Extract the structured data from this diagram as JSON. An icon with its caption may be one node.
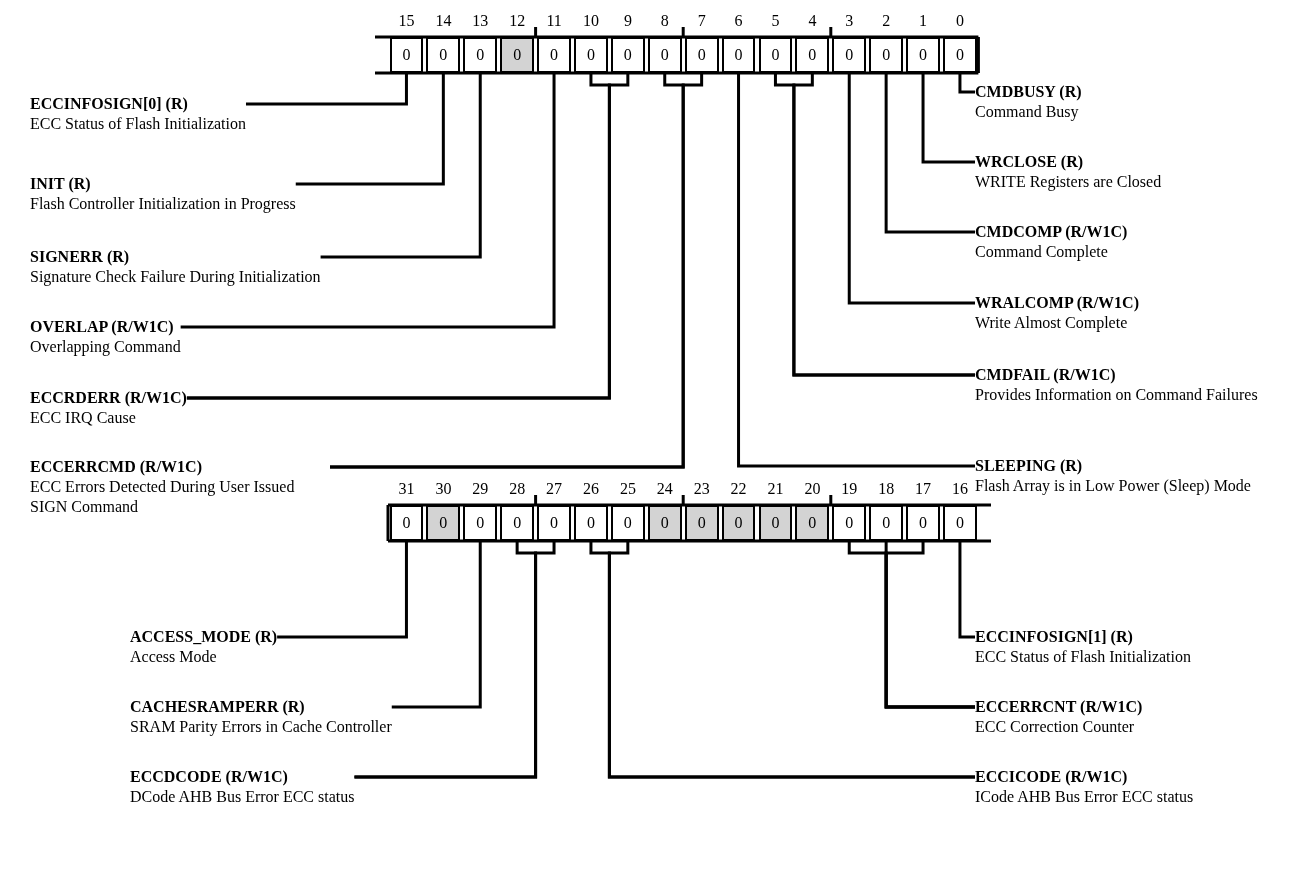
{
  "diagram": {
    "nodes": [
      {
        "text": [
          "0"
        ],
        "beside": [
          "15"
        ]
      },
      {
        "text": [
          "0"
        ],
        "beside": [
          "14"
        ]
      },
      {
        "text": [
          "0"
        ],
        "beside": [
          "13"
        ]
      },
      {
        "text": [
          "0"
        ],
        "beside": [
          "12"
        ]
      },
      {
        "text": [
          "0"
        ],
        "beside": [
          "11"
        ]
      },
      {
        "text": [
          "0"
        ],
        "beside": [
          "10"
        ]
      },
      {
        "text": [
          "0"
        ],
        "beside": [
          "9"
        ]
      },
      {
        "text": [
          "0"
        ],
        "beside": [
          "8"
        ]
      },
      {
        "text": [
          "0"
        ],
        "beside": [
          "7"
        ]
      },
      {
        "text": [
          "0"
        ],
        "beside": [
          "6"
        ]
      },
      {
        "text": [
          "0"
        ],
        "beside": [
          "5"
        ]
      },
      {
        "text": [
          "0"
        ],
        "beside": [
          "4"
        ]
      },
      {
        "text": [
          "0"
        ],
        "beside": [
          "3"
        ]
      },
      {
        "text": [
          "0"
        ],
        "beside": [
          "2"
        ]
      },
      {
        "text": [
          "0"
        ],
        "beside": [
          "1"
        ]
      },
      {
        "text": [
          "0"
        ],
        "beside": [
          "0"
        ]
      },
      {
        "text": [
          "ECCINFOSIGN[0] (R)",
          "ECC Status of Flash Initialization"
        ]
      },
      {
        "text": [
          "CMDBUSY (R)",
          "Command Busy"
        ]
      },
      {
        "text": [
          "INIT (R)",
          "Flash Controller Initialization in Progress"
        ]
      },
      {
        "text": [
          "WRCLOSE (R)",
          "WRITE Registers are Closed"
        ]
      },
      {
        "text": [
          "SIGNERR (R)",
          "Signature Check Failure During Initialization"
        ]
      },
      {
        "text": [
          "CMDCOMP (R/W1C)",
          "Command Complete"
        ]
      },
      {
        "text": [
          "OVERLAP (R/W1C)",
          "Overlapping Command"
        ]
      },
      {
        "text": [
          "WRALCOMP (R/W1C)",
          "Write Almost Complete"
        ]
      },
      {
        "text": [
          "ECCRDERR (R/W1C)",
          "ECC IRQ Cause"
        ]
      },
      {
        "text": [
          "CMDFAIL (R/W1C)",
          "Provides Information on Command Failures"
        ]
      },
      {
        "text": [
          "ECCERRCMD (R/W1C)",
          "ECC Errors Detected During User Issued SIGN Command"
        ]
      },
      {
        "text": [
          "SLEEPING (R)",
          "Flash Array is in Low Power (Sleep) Mode"
        ]
      },
      {
        "text": [
          "0"
        ],
        "beside": [
          "31"
        ]
      },
      {
        "text": [
          "0"
        ],
        "beside": [
          "30"
        ]
      },
      {
        "text": [
          "0"
        ],
        "beside": [
          "29"
        ]
      },
      {
        "text": [
          "0"
        ],
        "beside": [
          "28"
        ]
      },
      {
        "text": [
          "0"
        ],
        "beside": [
          "27"
        ]
      },
      {
        "text": [
          "0"
        ],
        "beside": [
          "26"
        ]
      },
      {
        "text": [
          "0"
        ],
        "beside": [
          "25"
        ]
      },
      {
        "text": [
          "0"
        ],
        "beside": [
          "24"
        ]
      },
      {
        "text": [
          "0"
        ],
        "beside": [
          "23"
        ]
      },
      {
        "text": [
          "0"
        ],
        "beside": [
          "22"
        ]
      },
      {
        "text": [
          "0"
        ],
        "beside": [
          "21"
        ]
      },
      {
        "text": [
          "0"
        ],
        "beside": [
          "20"
        ]
      },
      {
        "text": [
          "0"
        ],
        "beside": [
          "19"
        ]
      },
      {
        "text": [
          "0"
        ],
        "beside": [
          "18"
        ]
      },
      {
        "text": [
          "0"
        ],
        "beside": [
          "17"
        ]
      },
      {
        "text": [
          "0"
        ],
        "beside": [
          "16"
        ]
      },
      {
        "text": [
          "ACCESS_MODE (R)",
          "Access Mode"
        ]
      },
      {
        "text": [
          "ECCINFOSIGN[1] (R)",
          "ECC Status of Flash Initialization"
        ]
      },
      {
        "text": [
          "CACHESRAMPERR (R)",
          "SRAM Parity Errors in Cache Controller"
        ]
      },
      {
        "text": [
          "ECCERRCNT (R/W1C)",
          "ECC Correction Counter"
        ]
      },
      {
        "text": [
          "ECCDCODE (R/W1C)",
          "DCode AHB Bus Error ECC status"
        ]
      },
      {
        "text": [
          "ECCICODE (R/W1C)",
          "ICode AHB Bus Error ECC status"
        ]
      }
    ],
    "edges": [
      {
        "from": 16,
        "to": 0,
        "arrow": "none"
      },
      {
        "from": 17,
        "to": 15,
        "arrow": "none"
      },
      {
        "from": 18,
        "to": 1,
        "arrow": "none"
      },
      {
        "from": 19,
        "to": 14,
        "arrow": "none"
      },
      {
        "from": 20,
        "to": 2,
        "arrow": "none"
      },
      {
        "from": 21,
        "to": 13,
        "arrow": "none"
      },
      {
        "from": 22,
        "to": 4,
        "arrow": "none"
      },
      {
        "from": 23,
        "to": 12,
        "arrow": "none"
      },
      {
        "from": 24,
        "to": 5,
        "arrow": "none"
      },
      {
        "from": 24,
        "to": 6,
        "arrow": "none"
      },
      {
        "from": 25,
        "to": 10,
        "arrow": "none"
      },
      {
        "from": 25,
        "to": 11,
        "arrow": "none"
      },
      {
        "from": 26,
        "to": 7,
        "arrow": "none"
      },
      {
        "from": 26,
        "to": 8,
        "arrow": "none"
      },
      {
        "from": 27,
        "to": 9,
        "arrow": "none"
      },
      {
        "from": 44,
        "to": 28,
        "arrow": "none"
      },
      {
        "from": 45,
        "to": 43,
        "arrow": "none"
      },
      {
        "from": 46,
        "to": 30,
        "arrow": "none"
      },
      {
        "from": 47,
        "to": 40,
        "arrow": "none"
      },
      {
        "from": 47,
        "to": 41,
        "arrow": "none"
      },
      {
        "from": 47,
        "to": 42,
        "arrow": "none"
      },
      {
        "from": 48,
        "to": 31,
        "arrow": "none"
      },
      {
        "from": 48,
        "to": 32,
        "arrow": "none"
      },
      {
        "from": 49,
        "to": 33,
        "arrow": "none"
      },
      {
        "from": 49,
        "to": 34,
        "arrow": "none"
      }
    ]
  }
}
